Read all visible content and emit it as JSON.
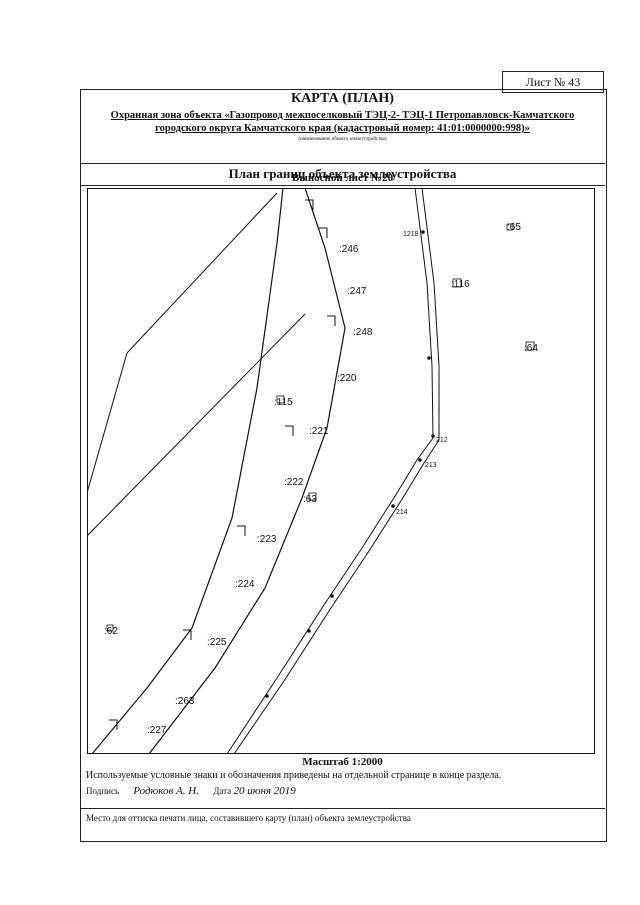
{
  "sheet": {
    "number": "Лист № 43"
  },
  "header": {
    "title": "КАРТА (ПЛАН)",
    "object_line1": "Охранная зона объекта «Газопровод межпоселковый ТЭЦ-2- ТЭЦ-1 Петропавловск-Камчатского",
    "object_line2": "городского округа Камчатского края (кадастровый номер: 41:01:0000000:998)»",
    "object_caption": "(наименование объекта землеустройства)",
    "plan_title": "План границ объекта землеустройства",
    "sub_title": "Выносной лист №20"
  },
  "map": {
    "labels": [
      {
        "id": "p246",
        "text": ":246"
      },
      {
        "id": "p65",
        "text": ":65"
      },
      {
        "id": "p247",
        "text": ":247"
      },
      {
        "id": "p116",
        "text": ":116"
      },
      {
        "id": "p248",
        "text": ":248"
      },
      {
        "id": "p64",
        "text": ":64"
      },
      {
        "id": "p220",
        "text": ":220"
      },
      {
        "id": "p115",
        "text": ":115"
      },
      {
        "id": "p221",
        "text": ":221"
      },
      {
        "id": "p222",
        "text": ":222"
      },
      {
        "id": "p63",
        "text": ":63"
      },
      {
        "id": "p223",
        "text": ":223"
      },
      {
        "id": "p224",
        "text": ":224"
      },
      {
        "id": "p62",
        "text": ":62"
      },
      {
        "id": "p225",
        "text": ":225"
      },
      {
        "id": "p263",
        "text": ":263"
      },
      {
        "id": "p227",
        "text": ":227"
      },
      {
        "id": "p212",
        "text": "212"
      },
      {
        "id": "p213",
        "text": "213"
      },
      {
        "id": "p214",
        "text": "214"
      },
      {
        "id": "p218",
        "text": "1218"
      }
    ]
  },
  "footer": {
    "scale": "Масштаб 1:2000",
    "legend_note": "Используемые условные знаки и обозначения приведены на отдельной странице в конце раздела.",
    "sign_label": "Подпись",
    "sign_name": "Родюков А. Н.",
    "date_label": "Дата",
    "date_value": "20 июня 2019",
    "stamp_note": "Место для оттиска печати лица, составившего карту (план) объекта землеустройства"
  },
  "colors": {
    "ink": "#111111",
    "paper": "#ffffff"
  }
}
